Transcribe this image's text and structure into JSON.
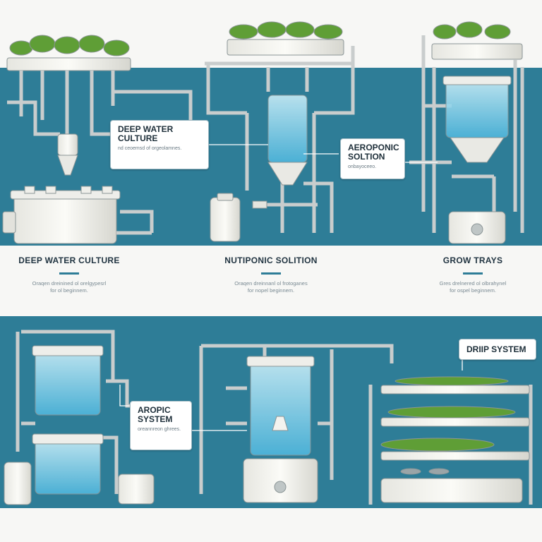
{
  "callouts": {
    "deep_water": {
      "title": "DEEP WATER\nCULTURE",
      "sub": "nd ceoemsd of orgeolamnes."
    },
    "aeroponic": {
      "title": "AEROPONIC\nSOLTION",
      "sub": "onbayoceeo."
    },
    "aeropic": {
      "title": "AROPIC\nSYSTEM",
      "sub": "oreannreon ghrees."
    },
    "drip": {
      "title": "DRIIP SYSTEM",
      "sub": ""
    }
  },
  "columns": [
    {
      "heading": "DEEP WATER  CULTURE",
      "desc": "Oraqen dreinined ol orelgypesrl\nfor ol beginnem."
    },
    {
      "heading": "NUTIPONIC SOLITION",
      "desc": "Oraqen dreinnanl ol frotoganes\nfor nopel beginnem."
    },
    {
      "heading": "GROW TRAYS",
      "desc": "Gres drelnered ol olbrahynel\nfor ospel beginnem."
    }
  ],
  "colors": {
    "band": "#2e7d97",
    "pipe": "#d9dcdc",
    "water": "#8fd6ee",
    "plant": "#6aa83e"
  }
}
